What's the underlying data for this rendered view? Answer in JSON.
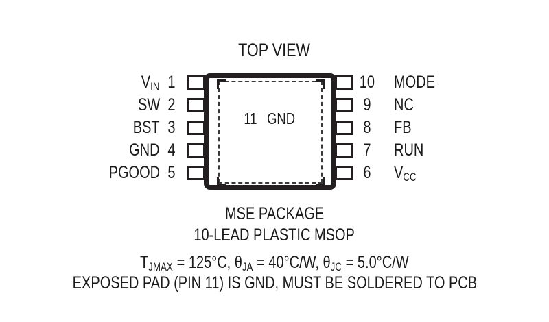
{
  "diagram": {
    "title": "TOP VIEW",
    "package_name": "MSE PACKAGE",
    "package_description": "10-LEAD PLASTIC MSOP",
    "thermal_line": {
      "tjmax_symbol": "T",
      "tjmax_subscript": "JMAX",
      "tjmax_value": " = 125°C, ",
      "theta_ja_symbol": "θ",
      "theta_ja_subscript": "JA",
      "theta_ja_value": " = 40°C/W, ",
      "theta_jc_symbol": "θ",
      "theta_jc_subscript": "JC",
      "theta_jc_value": " = 5.0°C/W"
    },
    "exposed_pad_note": "EXPOSED PAD (PIN 11) IS GND, MUST BE SOLDERED TO PCB",
    "center_pad": {
      "number": "11",
      "label": "GND"
    },
    "left_pins": [
      {
        "number": "1",
        "signal": "V",
        "subscript": "IN"
      },
      {
        "number": "2",
        "signal": "SW",
        "subscript": ""
      },
      {
        "number": "3",
        "signal": "BST",
        "subscript": ""
      },
      {
        "number": "4",
        "signal": "GND",
        "subscript": ""
      },
      {
        "number": "5",
        "signal": "PGOOD",
        "subscript": ""
      }
    ],
    "right_pins": [
      {
        "number": "10",
        "signal": "MODE",
        "subscript": ""
      },
      {
        "number": "9",
        "signal": "NC",
        "subscript": ""
      },
      {
        "number": "8",
        "signal": "FB",
        "subscript": ""
      },
      {
        "number": "7",
        "signal": "RUN",
        "subscript": ""
      },
      {
        "number": "6",
        "signal": "V",
        "subscript": "CC"
      }
    ]
  },
  "colors": {
    "ink": "#231f20",
    "background": "#ffffff"
  }
}
